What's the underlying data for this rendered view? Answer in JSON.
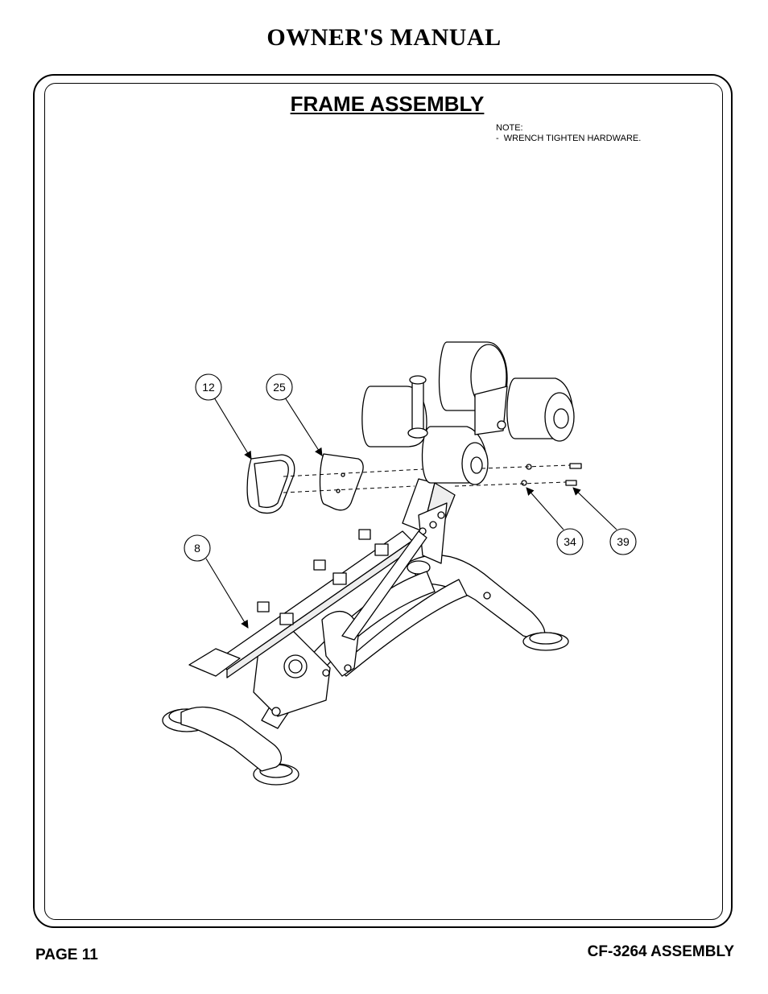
{
  "header": {
    "title": "OWNER'S MANUAL"
  },
  "section": {
    "title": "FRAME ASSEMBLY"
  },
  "note": {
    "heading": "NOTE:",
    "line1": "-  WRENCH TIGHTEN HARDWARE."
  },
  "callouts": {
    "c12": "12",
    "c25": "25",
    "c8": "8",
    "c34": "34",
    "c39": "39"
  },
  "footer": {
    "page": "PAGE 11",
    "model": "CF-3264 ASSEMBLY"
  }
}
